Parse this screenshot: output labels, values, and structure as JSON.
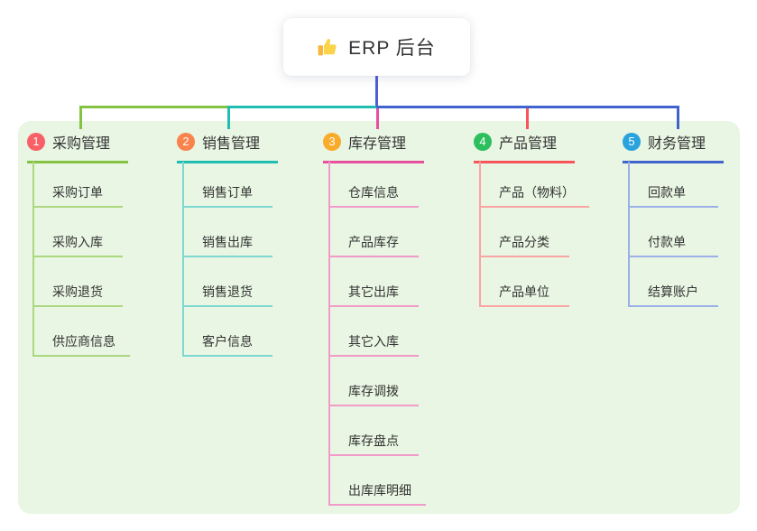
{
  "root": {
    "label": "ERP 后台",
    "icon": "thumbs-up-icon",
    "stem_color": "#4c5fd3"
  },
  "colors": {
    "panel_bg": "#e8f6e3",
    "text": "#333333",
    "card_bg": "#ffffff"
  },
  "branches": [
    {
      "badge": "1",
      "label": "采购管理",
      "line_color": "#84c341",
      "light_color": "#abd77f",
      "badge_color": "#f85f66",
      "children": [
        "采购订单",
        "采购入库",
        "采购退货",
        "供应商信息"
      ]
    },
    {
      "badge": "2",
      "label": "销售管理",
      "line_color": "#1fbdb2",
      "light_color": "#7dd8d1",
      "badge_color": "#f9824d",
      "children": [
        "销售订单",
        "销售出库",
        "销售退货",
        "客户信息"
      ]
    },
    {
      "badge": "3",
      "label": "库存管理",
      "line_color": "#e8509f",
      "light_color": "#f29bca",
      "badge_color": "#fbab2a",
      "children": [
        "仓库信息",
        "产品库存",
        "其它出库",
        "其它入库",
        "库存调拨",
        "库存盘点",
        "出库库明细"
      ]
    },
    {
      "badge": "4",
      "label": "产品管理",
      "line_color": "#f8555a",
      "light_color": "#fba4a4",
      "badge_color": "#2dbf5e",
      "children": [
        "产品（物料）",
        "产品分类",
        "产品单位"
      ]
    },
    {
      "badge": "5",
      "label": "财务管理",
      "line_color": "#4063cd",
      "light_color": "#9cb0e8",
      "badge_color": "#29a3dc",
      "children": [
        "回款单",
        "付款单",
        "结算账户"
      ]
    }
  ]
}
